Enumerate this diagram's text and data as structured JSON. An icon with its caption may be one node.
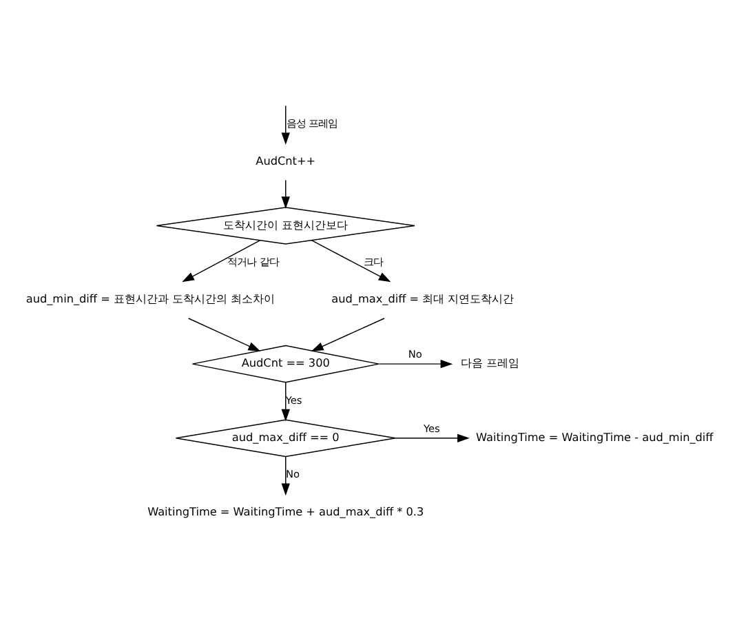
{
  "diagram": {
    "nodes": [
      {
        "text": [
          "AudCnt++"
        ]
      },
      {
        "text": [
          "도착시간이 표현시간보다"
        ]
      },
      {
        "text": [
          "aud_min_diff = 표현시간과 도착시간의 최소차이"
        ]
      },
      {
        "text": [
          "aud_max_diff = 최대 지연도착시간"
        ]
      },
      {
        "text": [
          "AudCnt == 300"
        ]
      },
      {
        "text": [
          "다음 프레임"
        ]
      },
      {
        "text": [
          "aud_max_diff == 0"
        ]
      },
      {
        "text": [
          "WaitingTime = WaitingTime - aud_min_diff"
        ]
      },
      {
        "text": [
          "WaitingTime = WaitingTime + aud_max_diff * 0.3"
        ]
      }
    ],
    "edges": [
      {
        "from": null,
        "to": 0,
        "arrow": "to",
        "label": "음성 프레임"
      },
      {
        "from": 0,
        "to": 1,
        "arrow": "to"
      },
      {
        "from": 1,
        "to": 2,
        "arrow": "to",
        "label": "적거나 같다"
      },
      {
        "from": 1,
        "to": 3,
        "arrow": "to",
        "label": "크다"
      },
      {
        "from": 2,
        "to": 4,
        "arrow": "to"
      },
      {
        "from": 3,
        "to": 4,
        "arrow": "to"
      },
      {
        "from": 4,
        "to": 5,
        "arrow": "to",
        "label": "No"
      },
      {
        "from": 4,
        "to": 6,
        "arrow": "to",
        "label": "Yes"
      },
      {
        "from": 6,
        "to": 7,
        "arrow": "to",
        "label": "Yes"
      },
      {
        "from": 6,
        "to": 8,
        "arrow": "to",
        "label": "No"
      }
    ]
  }
}
